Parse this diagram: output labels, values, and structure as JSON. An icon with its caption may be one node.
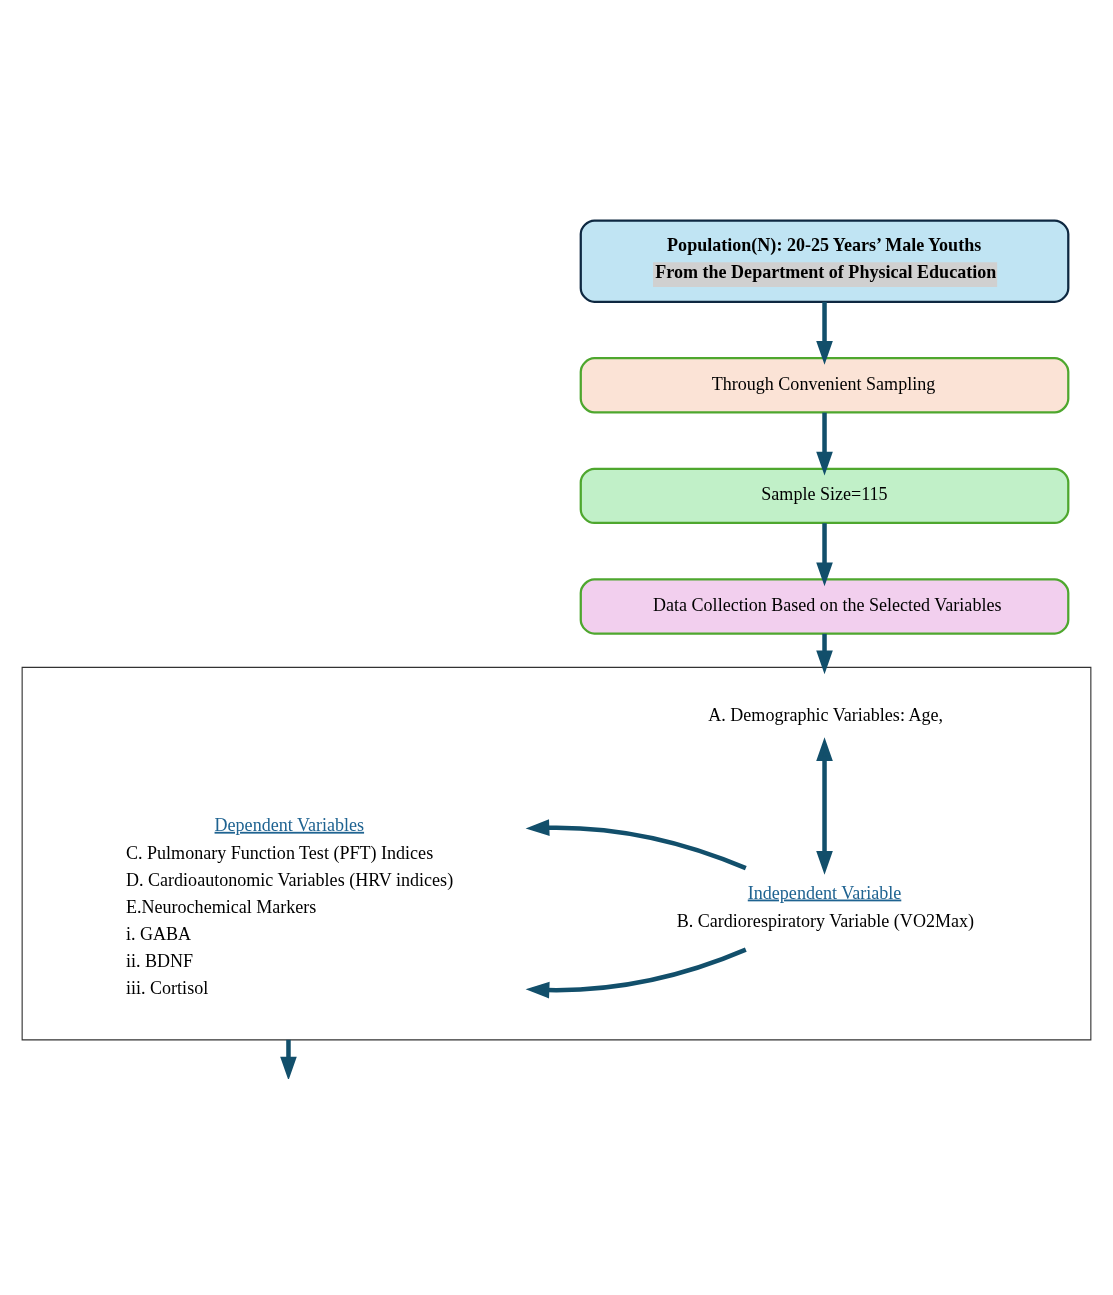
{
  "diagram": {
    "nodes": [
      {
        "text": [
          "Population(N): 20-25 Years’ Male Youths",
          "From the Department of Physical Education"
        ]
      },
      {
        "text": [
          "Through Convenient Sampling"
        ]
      },
      {
        "text": [
          "Sample Size=115"
        ]
      },
      {
        "text": [
          "Data Collection Based on the Selected Variables"
        ]
      },
      {
        "text": [],
        "shape": "box"
      },
      {
        "text": [
          "A. Demographic Variables: Age,"
        ],
        "in": 4
      },
      {
        "text": [
          "Independent Variable",
          "B. Cardiorespiratory Variable (VO2Max)"
        ],
        "in": 4
      },
      {
        "text": [
          "Dependent Variables",
          "C. Pulmonary Function Test (PFT) Indices",
          "D. Cardioautonomic Variables (HRV indices)",
          "E.Neurochemical Markers",
          "i. GABA",
          "ii. BDNF",
          "iii. Cortisol"
        ],
        "in": 4
      }
    ],
    "edges": [
      {
        "from": 0,
        "to": 1,
        "arrow": "to"
      },
      {
        "from": 1,
        "to": 2,
        "arrow": "to"
      },
      {
        "from": 2,
        "to": 3,
        "arrow": "to"
      },
      {
        "from": 3,
        "to": 4,
        "arrow": "to"
      },
      {
        "from": 6,
        "to": 7,
        "arrow": "to"
      },
      {
        "from": 5,
        "to": 6,
        "arrow": "both"
      },
      {
        "from": 6,
        "to": 7,
        "arrow": "to"
      },
      {
        "from": 4,
        "to": null,
        "arrow": "to"
      }
    ]
  }
}
